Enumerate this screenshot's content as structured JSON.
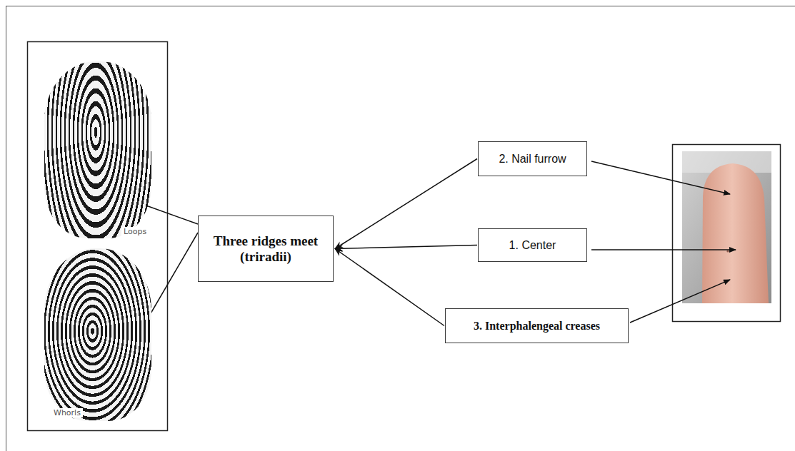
{
  "diagram": {
    "nodes": [
      {
        "text": [
          "Three ridges meet (triradii)"
        ]
      },
      {
        "text": [
          "2. Nail furrow"
        ]
      },
      {
        "text": [
          "1. Center"
        ]
      },
      {
        "text": [
          "3. Interphalengeal creases"
        ]
      }
    ],
    "edges": [
      {
        "from": 1,
        "to": 0,
        "arrow": "to"
      },
      {
        "from": 2,
        "to": 0,
        "arrow": "to"
      },
      {
        "from": 3,
        "to": 0,
        "arrow": "to"
      }
    ],
    "labels": [
      "Loops",
      "Whorls"
    ]
  }
}
